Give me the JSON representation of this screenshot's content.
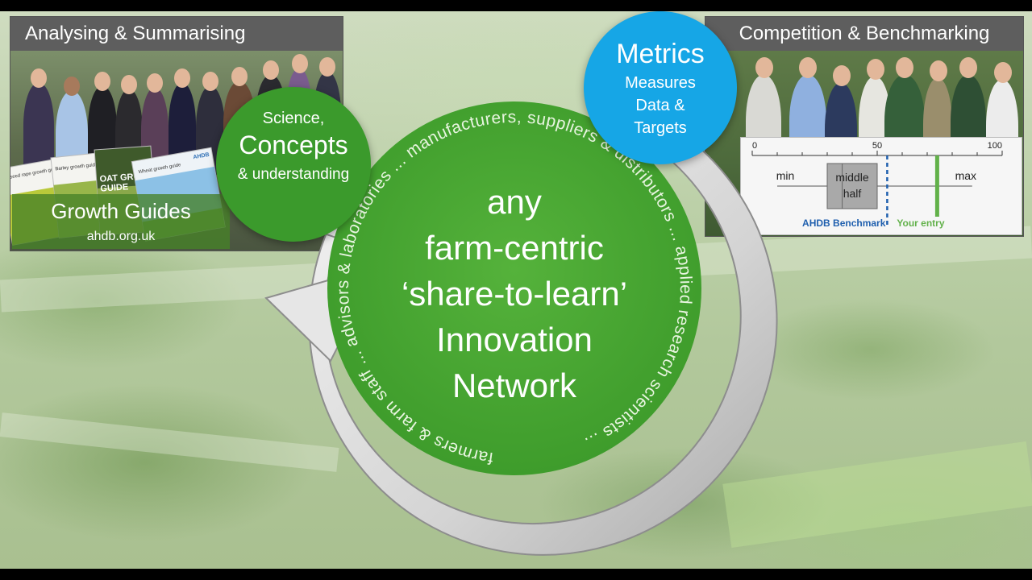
{
  "left_panel": {
    "title": "Analysing & Summarising",
    "guides_title": "Growth Guides",
    "guides_url": "ahdb.org.uk",
    "booklets": [
      "Oilseed rape growth guide",
      "Barley growth guide",
      "OAT GROWTH GUIDE",
      "Wheat growth guide"
    ],
    "booklet_brand": "AHDB"
  },
  "right_panel": {
    "title": "Competition & Benchmarking"
  },
  "science_bubble": {
    "line1": "Science,",
    "line2": "Concepts",
    "line3": "& understanding"
  },
  "metrics_bubble": {
    "line1": "Metrics",
    "line2": "Measures",
    "line3": "Data &",
    "line4": "Targets"
  },
  "center": {
    "line1": "any",
    "line2": "farm-centric",
    "line3": "‘share-to-learn’",
    "line4": "Innovation",
    "line5": "Network",
    "ring_text": "farmers & farm staff ... advisors & laboratories ... manufacturers, suppliers & distributors ... applied research scientists ..."
  },
  "benchmark": {
    "axis_ticks": [
      "0",
      "50",
      "100"
    ],
    "min_label": "min",
    "box_label_1": "middle",
    "box_label_2": "half",
    "max_label": "max",
    "benchmark_label": "AHDB Benchmark",
    "entry_label": "Your entry"
  },
  "chart_data": {
    "type": "box",
    "xlim": [
      0,
      100
    ],
    "ticks": [
      0,
      50,
      100
    ],
    "min": 10,
    "q1": 30,
    "median": 36,
    "q3": 50,
    "max": 88,
    "benchmark": 54,
    "your_entry": 74,
    "labels": {
      "min": "min",
      "box": "middle half",
      "max": "max",
      "benchmark": "AHDB Benchmark",
      "entry": "Your entry"
    }
  },
  "colors": {
    "green": "#3b9a2c",
    "blue": "#16a6e6",
    "ring_grey": "#d9d9d9",
    "panel_grey": "#5e5e5e"
  }
}
